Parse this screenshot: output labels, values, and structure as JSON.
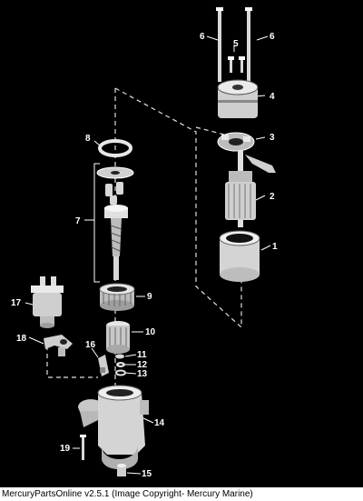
{
  "caption": "MercuryPartsOnline v2.5.1 (Image Copyright- Mercury Marine)",
  "colors": {
    "background": "#000000",
    "parts": "#d8d8d8",
    "lines": "#ffffff",
    "caption_bg": "#ffffff"
  },
  "callouts": {
    "c1": "1",
    "c2": "2",
    "c3": "3",
    "c4": "4",
    "c5": "5",
    "c6a": "6",
    "c6b": "6",
    "c7": "7",
    "c8": "8",
    "c9": "9",
    "c10": "10",
    "c11": "11",
    "c12": "12",
    "c13": "13",
    "c14": "14",
    "c15": "15",
    "c16": "16",
    "c17": "17",
    "c18": "18",
    "c19": "19"
  }
}
